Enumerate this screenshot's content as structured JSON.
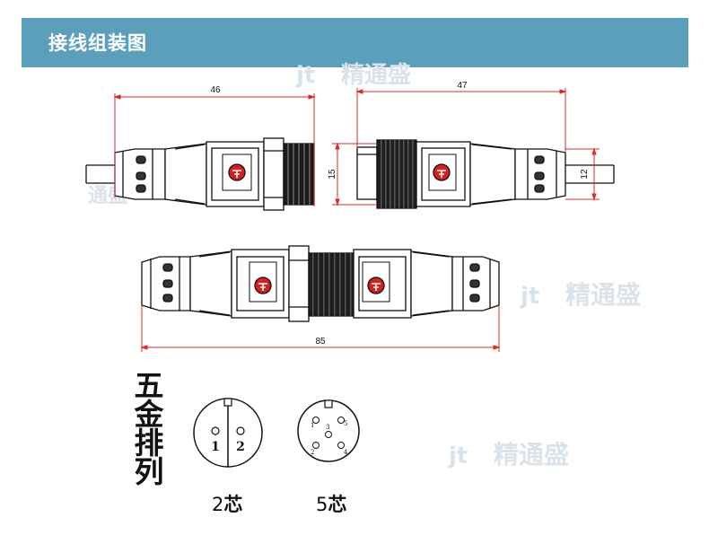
{
  "header": {
    "title": "接线组装图"
  },
  "watermark": {
    "text": "精通盛",
    "logo": "jt"
  },
  "dimensions": {
    "left_connector_length": "46",
    "right_connector_length": "47",
    "right_connector_height": "15",
    "cable_height": "12",
    "assembled_length": "85"
  },
  "pin_section": {
    "label_chars": [
      "五",
      "金",
      "排",
      "列"
    ],
    "two_core": {
      "pins": [
        "1",
        "2"
      ],
      "caption_num": "2",
      "caption_unit": "芯"
    },
    "five_core": {
      "pins": [
        "1",
        "2",
        "3",
        "4",
        "5"
      ],
      "caption_num": "5",
      "caption_unit": "芯"
    }
  },
  "colors": {
    "header_bg": "#5b9fbd",
    "dimension_red": "#d92b2b",
    "logo_red": "#d81e1e"
  }
}
